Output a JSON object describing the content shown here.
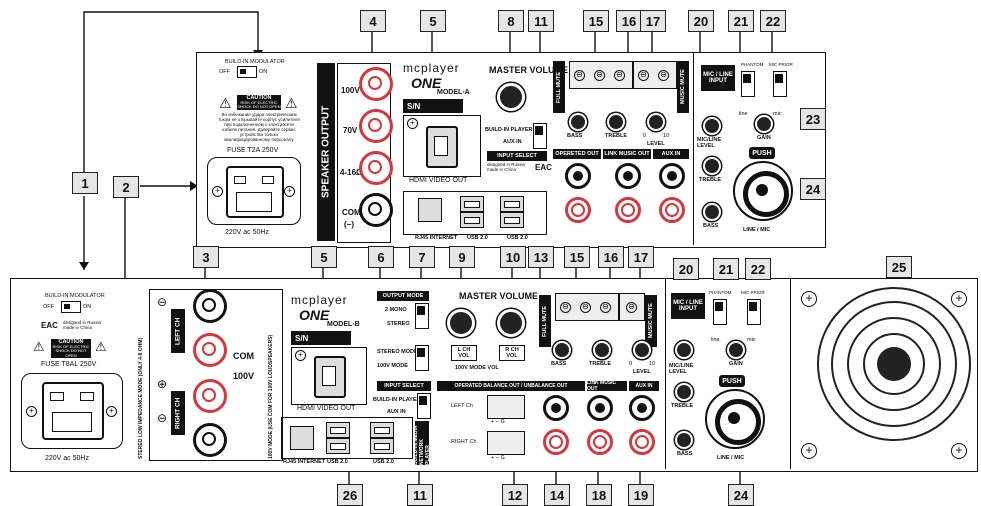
{
  "callouts_top": [
    "4",
    "5",
    "8",
    "11",
    "15",
    "16",
    "17",
    "20",
    "21",
    "22",
    "23",
    "24"
  ],
  "callouts_side": [
    "1",
    "2"
  ],
  "callouts_mid": [
    "3",
    "5",
    "6",
    "7",
    "9",
    "10",
    "13",
    "15",
    "16",
    "17",
    "20",
    "21",
    "22",
    "25"
  ],
  "callouts_bottom": [
    "26",
    "11",
    "12",
    "14",
    "18",
    "19",
    "24"
  ],
  "top_unit": {
    "power_switch_label": "BUILD-IN MODULATOR",
    "off": "OFF",
    "on": "ON",
    "caution": "CAUTION",
    "caution_sub": "RISK OF ELECTRIC SHOCK DO NOT OPEN",
    "warning_ru": "Во избежание удара электрическим током не открывайте корпус усилителя при подключенном к электросети кабеле питания. Доверяйте сервис устройства только квалифицированному персоналу",
    "fuse": "FUSE T2A 250V",
    "mains": "220V ac 50Hz",
    "speaker_output": "SPEAKER OUTPUT",
    "terms": [
      "100V",
      "70V",
      "4-16Ω",
      "COM",
      "(−)"
    ],
    "brand": "mcplayer",
    "series": "ONE",
    "model": "MODEL-A",
    "sn": "S/N",
    "hdmi": "HDMI VIDEO OUT",
    "rj45": "RJ45 INTERNET",
    "usb": "USB 2.0",
    "master_volume": "MASTER VOLUME",
    "build_in_player": "BUILD-IN PLAYER",
    "aux_in": "AUX IN",
    "input_select": "INPUT SELECT",
    "made_in": "designed in Russia made in China",
    "full_mute": "FULL MUTE",
    "music_mute": "MUSIC MUTE",
    "bass": "BASS",
    "treble": "TREBLE",
    "level": "LEVEL",
    "level_min": "0",
    "level_max": "10",
    "operated_out": "OPERETED OUT",
    "link_music_out": "LINK MUSIC OUT",
    "aux_in_label": "AUX IN",
    "mic_line_input": "MIC / LINE INPUT",
    "phantom": "PHANTOM",
    "off_on": "OFF ON",
    "mic_prior": "MIC PRIOR",
    "mic_line_level": "MIC/LINE LEVEL",
    "line": "line",
    "mic": "mic",
    "gain": "GAIN",
    "push": "PUSH",
    "line_mic": "LINE / MIC"
  },
  "bottom_unit": {
    "fuse": "FUSE T8AL 250V",
    "mains": "220V ac 50Hz",
    "left_ch": "LEFT CH",
    "right_ch": "RIGHT CH",
    "com": "COM",
    "v100": "100V",
    "side_text_left": "STEREO LOW IMPEDANCE MODE (ONLY 4-8 OHM)",
    "side_text_right": "100V MODE (USE COM FOR 100V LOUDSPEAKERS)",
    "model": "MODEL-B",
    "output_mode": "OUTPUT MODE",
    "mono2": "2 MONO",
    "stereo": "STEREO",
    "stereo_mode": "STEREO MODE",
    "v100_mode": "100V MODE",
    "lch_vol": "L CH VOL",
    "rch_vol": "R CH VOL",
    "v100_mode_vol": "100V MODE VOL",
    "input_select": "INPUT SELECT",
    "operated_balance": "OPERATED BALANCE OUT / UNBALANCE OUT",
    "left_ch_out": "LEFT Ch",
    "right_ch_out": "RIGHT Ch",
    "pins": "+ − G",
    "build_in_media": "BUILD-IN MEDIA NETWORK PLAYER"
  }
}
